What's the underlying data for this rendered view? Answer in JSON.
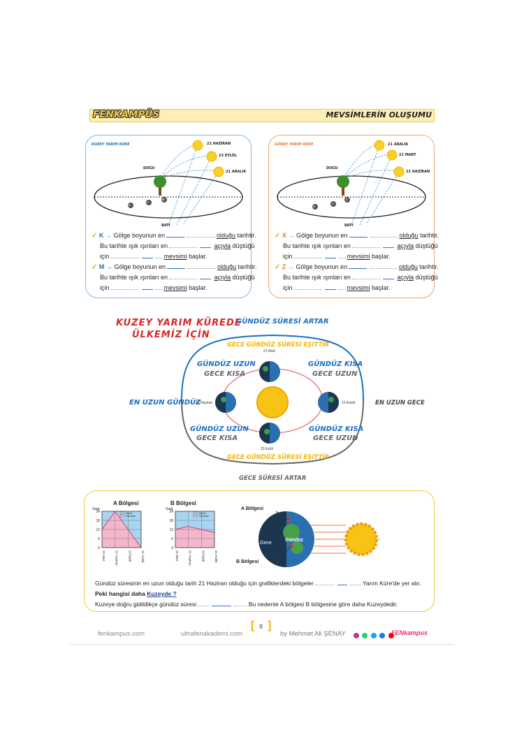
{
  "header": {
    "brand": "FENKAMPÜS",
    "topic": "MEVSİMLERİN OLUŞUMU"
  },
  "left_panel": {
    "title": "KUZEY YARIM KÜRE",
    "dates": [
      "21 HAZİRAN",
      "23 EYLÜL",
      "21 ARALIK"
    ],
    "east": "DOĞU",
    "west": "BATI",
    "points": [
      "K",
      "L",
      "M"
    ],
    "lines": [
      {
        "letter": "K",
        "text1": "Gölge boyunun en",
        "text2": "olduğu",
        "text3": "tarihtir."
      },
      {
        "text1": "Bu tarihte ışık ışınları en",
        "text2": "açıyla",
        "text3": "düştüğü"
      },
      {
        "text1": "için",
        "text2": "mevsimi",
        "text3": "başlar."
      },
      {
        "letter": "M",
        "text1": "Gölge boyunun en",
        "text2": "olduğu",
        "text3": "tarihtir."
      },
      {
        "text1": "Bu tarihte ışık ışınları en",
        "text2": "açıyla",
        "text3": "düştüğü"
      },
      {
        "text1": "için",
        "text2": "mevsimi",
        "text3": "başlar."
      }
    ]
  },
  "right_panel": {
    "title": "GÜNEY YARIM KÜRE",
    "dates": [
      "21 ARALIK",
      "21 MART",
      "21 HAZİRAN"
    ],
    "east": "DOĞU",
    "west": "BATI",
    "points": [
      "X",
      "Y",
      "Z"
    ],
    "lines": [
      {
        "letter": "X",
        "text1": "Gölge boyunun en",
        "text2": "olduğu",
        "text3": "tarihtir."
      },
      {
        "text1": "Bu tarihte ışık ışınları en",
        "text2": "açıyla",
        "text3": "düştüğü"
      },
      {
        "text1": "için",
        "text2": "mevsimi",
        "text3": "başlar."
      },
      {
        "letter": "Z",
        "text1": "Gölge boyunun en",
        "text2": "olduğu",
        "text3": "tarihtir."
      },
      {
        "text1": "Bu tarihte ışık ışınları en",
        "text2": "açıyla",
        "text3": "düştüğü"
      },
      {
        "text1": "için",
        "text2": "mevsimi",
        "text3": "başlar."
      }
    ]
  },
  "middle": {
    "title_line1": "KUZEY YARIM KÜREDE",
    "title_line2": "ÜLKEMİZ İÇİN",
    "gunduz_artar": "GÜNDÜZ SÜRESİ ARTAR",
    "gece_artar": "GECE SÜRESİ ARTAR",
    "esit_top": "GECE GÜNDÜZ SÜRESİ EŞİTTİR",
    "esit_bottom": "GECE GÜNDÜZ SÜRESİ EŞİTTİR",
    "en_uzun_gunduz": "EN UZUN GÜNDÜZ",
    "en_uzun_gece": "EN UZUN GECE",
    "tl_a": "GÜNDÜZ UZUN",
    "tl_b": "GECE KISA",
    "tr_a": "GÜNDÜZ KISA",
    "tr_b": "GECE UZUN",
    "bl_a": "GÜNDÜZ UZUN",
    "bl_b": "GECE KISA",
    "br_a": "GÜNDÜZ KISA",
    "br_b": "GECE UZUN",
    "d_top": "21 Mart",
    "d_left": "21 Haziran",
    "d_right": "21 Aralık",
    "d_bottom": "23 Eylül"
  },
  "bottom": {
    "chart_a_title": "A Bölgesi",
    "chart_b_title": "B Bölgesi",
    "saat": "Saat",
    "legend_gece": "Gece",
    "legend_gunduz": "Gündüz",
    "globe_a": "A Bölgesi",
    "globe_b": "B Bölgesi",
    "globe_gece": "Gece",
    "globe_gunduz": "Gündüz",
    "q1_start": "Gündüz süresinin en uzun olduğu tarih 21 Haziran olduğu için grafiklerdeki bölgeler",
    "q1_end": "Yarım Küre'de yer alır.",
    "q2": "Peki hangisi daha",
    "q2_b": "Kuzeyde ?",
    "q3_start": "Kuzeye doğru gidildikçe gündüz süresi",
    "q3_end": ". Bu nedenle A bölgesi B bölgesine göre daha Kuzeydedir."
  },
  "chart_data": [
    {
      "type": "area",
      "title": "A Bölgesi",
      "ylabel": "Saat",
      "categories": [
        "21 Mart",
        "21 Haziran",
        "23 Eylül",
        "21 Aralık"
      ],
      "ylim": [
        0,
        24
      ],
      "yticks": [
        0,
        6,
        12,
        18,
        24
      ],
      "series": [
        {
          "name": "Gündüz",
          "values": [
            12,
            24,
            12,
            0
          ]
        },
        {
          "name": "Gece",
          "values": [
            12,
            0,
            12,
            24
          ]
        }
      ]
    },
    {
      "type": "area",
      "title": "B Bölgesi",
      "ylabel": "Saat",
      "categories": [
        "21 Mart",
        "21 Haziran",
        "23 Eylül",
        "21 Aralık"
      ],
      "ylim": [
        0,
        24
      ],
      "yticks": [
        0,
        6,
        12,
        18,
        24
      ],
      "series": [
        {
          "name": "Gündüz",
          "values": [
            12,
            14,
            12,
            10
          ]
        },
        {
          "name": "Gece",
          "values": [
            12,
            10,
            12,
            14
          ]
        }
      ]
    }
  ],
  "footer": {
    "site1": "fenkampus.com",
    "site2": "ultrafenakademi.com",
    "page": "8",
    "author": "by Mehmet Ali ŞENAY",
    "social_brand": "FENkampus"
  },
  "colors": {
    "blue_accent": "#1a6fc0",
    "red_title": "#d62828",
    "yellow": "#f2b400",
    "gece_fill": "#a8d4f2",
    "gunduz_fill": "#f4b6cc"
  }
}
